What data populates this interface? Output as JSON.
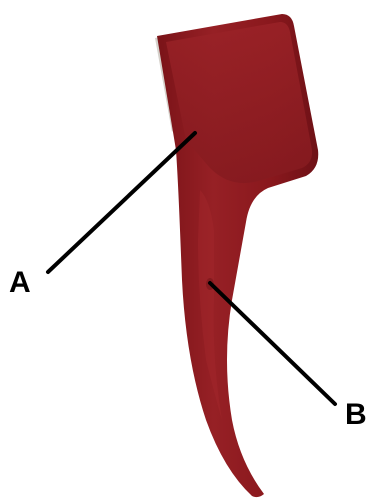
{
  "labels": {
    "a": "A",
    "b": "B"
  },
  "colors": {
    "object_fill": "#8f1a1f",
    "object_shadow": "#6e1116",
    "object_highlight": "#a5282d",
    "leader_line": "#000000"
  },
  "object": {
    "name": "red-hook-tool"
  }
}
